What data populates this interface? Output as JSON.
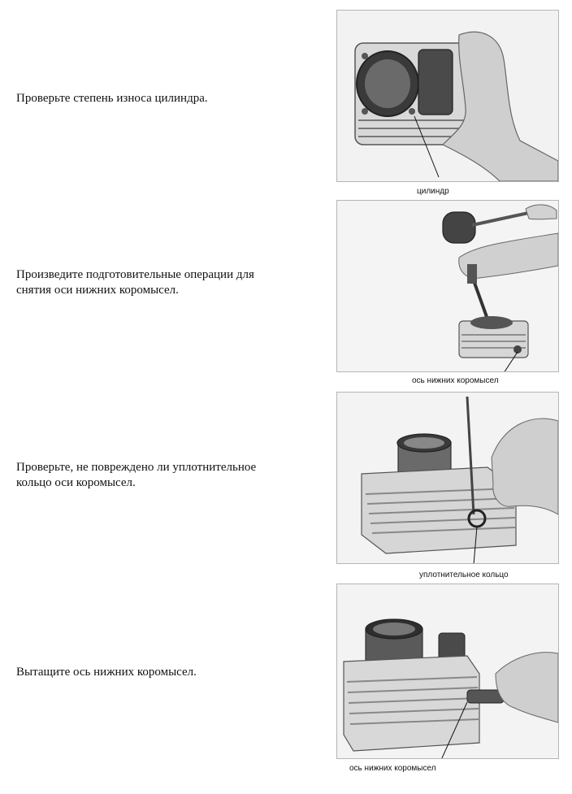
{
  "steps": [
    {
      "instruction": "Проверьте степень износа цилиндра.",
      "caption": "цилиндр",
      "photo_icon": "cylinder-held-in-hand-photo"
    },
    {
      "instruction_line1": "Произведите подготовительные операции для",
      "instruction_line2": "снятия оси нижних коромысел.",
      "caption": "ось нижних коромысел",
      "photo_icon": "hammer-and-drift-on-cylinder-photo"
    },
    {
      "instruction_line1": "Проверьте, не повреждено ли уплотнительное",
      "instruction_line2": "кольцо оси коромысел.",
      "caption": "уплотнительное кольцо",
      "photo_icon": "o-ring-inspection-photo"
    },
    {
      "instruction": "Вытащите ось нижних коромысел.",
      "caption": "ось нижних коромысел",
      "photo_icon": "rocker-shaft-removal-photo"
    }
  ]
}
